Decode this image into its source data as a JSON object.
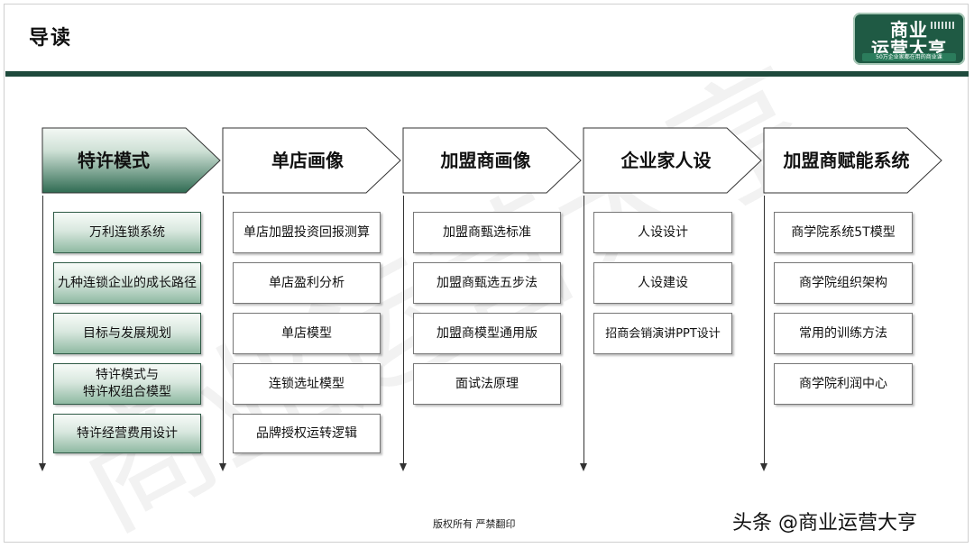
{
  "title": "导读",
  "logo": {
    "line1": "商业",
    "line2": "运营大亨",
    "tagline": "50万企业家都在用的商业课"
  },
  "columns": [
    {
      "header": "特许模式",
      "items": [
        "万利连锁系统",
        "九种连锁企业的成长路径",
        "目标与发展规划",
        "特许模式与\n特许权组合模型",
        "特许经营费用设计"
      ]
    },
    {
      "header": "单店画像",
      "items": [
        "单店加盟投资回报测算",
        "单店盈利分析",
        "单店模型",
        "连锁选址模型",
        "品牌授权运转逻辑"
      ]
    },
    {
      "header": "加盟商画像",
      "items": [
        "加盟商甄选标准",
        "加盟商甄选五步法",
        "加盟商模型通用版",
        "面试法原理"
      ]
    },
    {
      "header": "企业家人设",
      "items": [
        "人设设计",
        "人设建设",
        "招商会销演讲PPT设计"
      ]
    },
    {
      "header": "加盟商赋能系统",
      "items": [
        "商学院系统5T模型",
        "商学院组织架构",
        "常用的训练方法",
        "商学院利润中心"
      ]
    }
  ],
  "footer": "版权所有 严禁翻印",
  "credit": "头条 @商业运营大亨",
  "watermark_text": "商业运营大亨",
  "colors": {
    "accent": "#1e4a3c",
    "active_fill": "#2f6b52"
  }
}
